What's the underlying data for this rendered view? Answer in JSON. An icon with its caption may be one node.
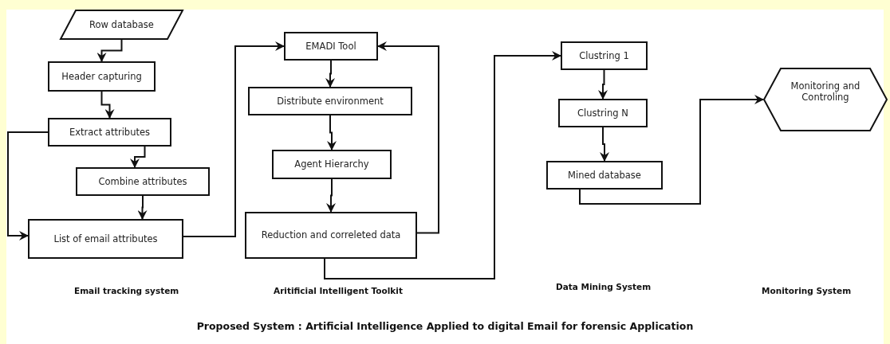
{
  "diagram": {
    "caption": "Proposed System : Artificial Intelligence Applied to digital Email for forensic Application",
    "nodes": [
      {
        "text": [
          "Row database"
        ]
      },
      {
        "text": [
          "Header capturing"
        ]
      },
      {
        "text": [
          "Extract attributes"
        ]
      },
      {
        "text": [
          "Combine attributes"
        ]
      },
      {
        "text": [
          "List of email attributes"
        ]
      },
      {
        "text": [
          "EMADI Tool"
        ]
      },
      {
        "text": [
          "Distribute environment"
        ]
      },
      {
        "text": [
          "Agent Hierarchy"
        ]
      },
      {
        "text": [
          "Reduction and correleted data"
        ]
      },
      {
        "text": [
          "Clustring 1"
        ]
      },
      {
        "text": [
          "Clustring N"
        ]
      },
      {
        "text": [
          "Mined database"
        ]
      },
      {
        "text": [
          "Monitoring and Controling"
        ]
      }
    ],
    "edges": [
      {
        "from": 0,
        "to": 1,
        "arrow": "to"
      },
      {
        "from": 1,
        "to": 2,
        "arrow": "to"
      },
      {
        "from": 2,
        "to": 3,
        "arrow": "to"
      },
      {
        "from": 3,
        "to": 4,
        "arrow": "to"
      },
      {
        "from": 2,
        "to": 4,
        "arrow": "to"
      },
      {
        "from": 4,
        "to": 5,
        "arrow": "to"
      },
      {
        "from": 5,
        "to": 6,
        "arrow": "to"
      },
      {
        "from": 6,
        "to": 7,
        "arrow": "to"
      },
      {
        "from": 7,
        "to": 8,
        "arrow": "to"
      },
      {
        "from": 8,
        "to": 5,
        "arrow": "to"
      },
      {
        "from": 8,
        "to": 9,
        "arrow": "to"
      },
      {
        "from": 9,
        "to": 10,
        "arrow": "to"
      },
      {
        "from": 10,
        "to": 11,
        "arrow": "to"
      },
      {
        "from": 11,
        "to": 12,
        "arrow": "to"
      }
    ],
    "labels": [
      "Email tracking system",
      "Aritificial Intelligent Toolkit",
      "Data Mining System",
      "Monitoring System"
    ]
  }
}
